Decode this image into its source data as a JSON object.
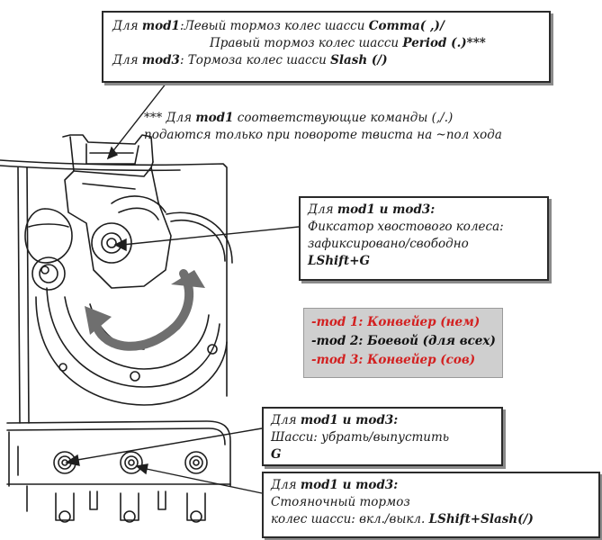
{
  "callouts": {
    "brakes": {
      "line1_pre": "Для ",
      "line1_mod": "mod1",
      "line1_text": ":Левый тормоз колес шасси ",
      "line1_key": "Comma( ,)/",
      "line2_text": "Правый тормоз колес шасси ",
      "line2_key": "Period (.)***",
      "line3_pre": "Для ",
      "line3_mod": "mod3",
      "line3_text": ": Тормоза колес шасси ",
      "line3_key": "Slash (/)"
    },
    "footnote": {
      "line1_pre": "*** Для ",
      "line1_mod": "mod1",
      "line1_text": " соответствующие команды (,/.)",
      "line2_text": "подаются только при повороте твиста на ~пол хода"
    },
    "tailwheel": {
      "line1_pre": "Для ",
      "line1_mod": "mod1 и mod3:",
      "line2": "Фиксатор хвостового колеса:",
      "line3": "зафиксировано/свободно",
      "line4_key": "LShift+G"
    },
    "gear": {
      "line1_pre": "Для ",
      "line1_mod": "mod1 и mod3:",
      "line2": "Шасси: убрать/выпустить",
      "line3_key": "G"
    },
    "parking": {
      "line1_pre": "Для ",
      "line1_mod": "mod1 и mod3:",
      "line2": "Стояночный тормоз",
      "line3_text": "колес шасси: вкл./выкл. ",
      "line3_key": "LShift+Slash(/)"
    }
  },
  "modes": {
    "mod1": "-mod 1: Конвейер (нем)",
    "mod2": "-mod 2: Боевой (для всех)",
    "mod3": "-mod 3: Конвейер (сов)",
    "colors": {
      "mod1": "#d32020",
      "mod2": "#111111",
      "mod3": "#d32020",
      "background": "#cfcfcf"
    }
  },
  "icons": [
    "rotate-arrow-icon",
    "rotate-arrow-icon"
  ]
}
